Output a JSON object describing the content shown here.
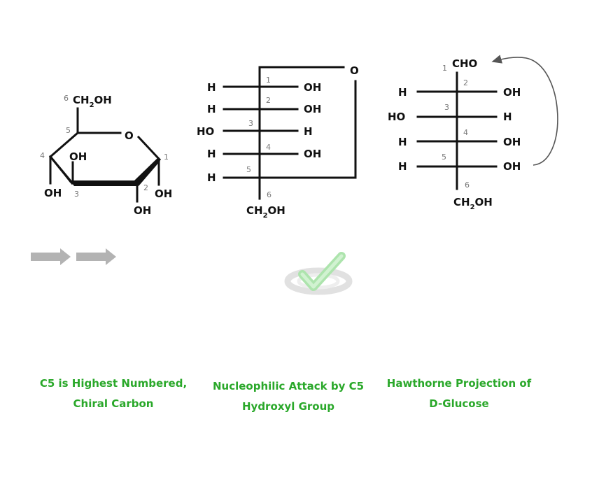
{
  "colors": {
    "caption": "#2aa82a",
    "bond": "#111111",
    "number": "#777777",
    "arrow_gray": "#b3b3b3",
    "curved_arrow": "#555555",
    "watermark_green": "#8fd98f"
  },
  "pyranose": {
    "ch2oh": [
      "CH",
      "2",
      "OH"
    ],
    "ring_oxygen": "O",
    "oh_c4": "OH",
    "oh_c4_low": "OH",
    "oh_c2": "OH",
    "oh_c1": "OH",
    "numbers": [
      "6",
      "5",
      "4",
      "3",
      "2",
      "1"
    ]
  },
  "cyclic_fischer": {
    "ring_oxygen": "O",
    "rows": [
      {
        "left": "H",
        "right": "OH",
        "num": "1"
      },
      {
        "left": "H",
        "right": "OH",
        "num": "2"
      },
      {
        "left": "HO",
        "right": "H",
        "num": "3"
      },
      {
        "left": "H",
        "right": "OH",
        "num": "4"
      },
      {
        "left": "H",
        "right": "",
        "num": "5"
      }
    ],
    "bottom_num": "6",
    "bottom": [
      "CH",
      "2",
      "OH"
    ]
  },
  "open_fischer": {
    "top": "CHO",
    "top_num": "1",
    "rows": [
      {
        "left": "H",
        "right": "OH",
        "num": "2"
      },
      {
        "left": "HO",
        "right": "H",
        "num": "3"
      },
      {
        "left": "H",
        "right": "OH",
        "num": "4"
      },
      {
        "left": "H",
        "right": "OH",
        "num": "5"
      }
    ],
    "bottom_num": "6",
    "bottom": [
      "CH",
      "2",
      "OH"
    ]
  },
  "icons": [
    "right-arrow-icon",
    "right-arrow-icon",
    "check-refresh-icon"
  ],
  "captions": [
    {
      "line1": "C5 is Highest Numbered,",
      "line2": "Chiral Carbon"
    },
    {
      "line1": "Nucleophilic Attack by C5",
      "line2": "Hydroxyl Group"
    },
    {
      "line1": "Hawthorne Projection of",
      "line2": "D-Glucose"
    }
  ]
}
